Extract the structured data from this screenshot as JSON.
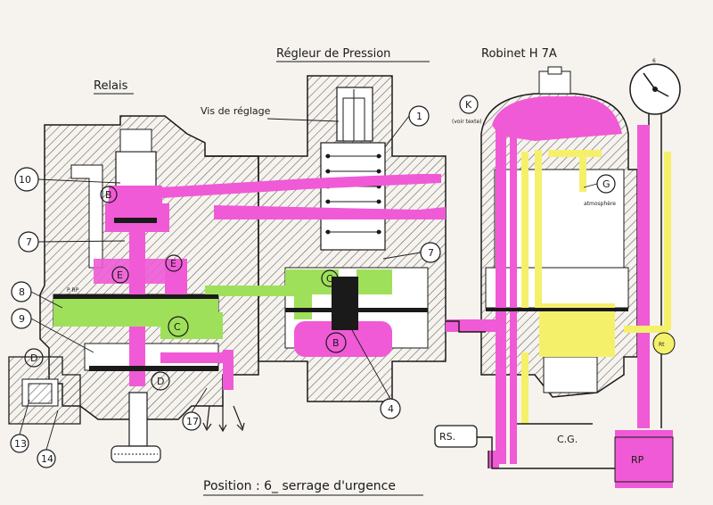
{
  "titles": {
    "relais": "Relais",
    "regleur": "Régleur de Pression",
    "robinet": "Robinet   H 7A",
    "position": "Position : 6_ serrage d'urgence"
  },
  "labels": {
    "vis_reglage": "Vis de réglage",
    "voir_texte": "(voir texte)",
    "atmosphere": "atmosphère",
    "rs": "RS.",
    "cg": "C.G.",
    "rp_box": "RP",
    "rt": "Rt",
    "prp": "P RP",
    "gauge_6": "6",
    "B_relais": "B",
    "B_regleur": "B",
    "C_relais": "C",
    "C_regleur": "C",
    "D_left": "D",
    "D_relais": "D",
    "E": "E",
    "G": "G",
    "K": "K",
    "n1": "1",
    "n4": "4",
    "n7_left": "7",
    "n7_right": "7",
    "n8": "8",
    "n9": "9",
    "n10": "10",
    "n13": "13",
    "n14": "14",
    "n17": "17"
  },
  "colors": {
    "magenta": "#f05ad6",
    "green": "#9fe05a",
    "yellow": "#f5f06a",
    "hatch": "#5a5a5a",
    "ink": "#1a1a1a"
  }
}
